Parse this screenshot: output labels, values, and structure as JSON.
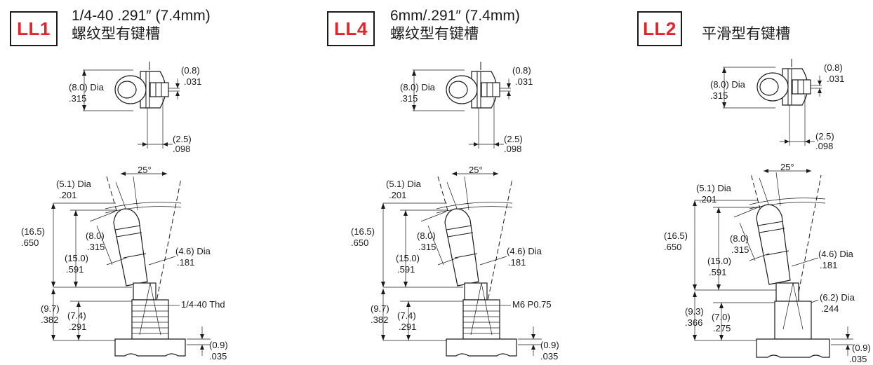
{
  "panels": [
    {
      "id": "LL1",
      "badge": "LL1",
      "title_line1": "1/4-40 .291″ (7.4mm)",
      "title_line2": "螺纹型有键槽",
      "dims": {
        "dia_mm": "(8.0) Dia",
        "dia_in": ".315",
        "gap_mm": "(0.8)",
        "gap_in": ".031",
        "key_mm": "(2.5)",
        "key_in": ".098",
        "angle": "25°",
        "tip_dia_mm": "(5.1) Dia",
        "tip_dia_in": ".201",
        "h_total_mm": "(16.5)",
        "h_total_in": ".650",
        "h_lever_mm": "(15.0)",
        "h_lever_in": ".591",
        "len_mm": "(8.0)",
        "len_in": ".315",
        "shaft_dia_mm": "(4.6) Dia",
        "shaft_dia_in": ".181",
        "bushing_label": "1/4-40 Thd",
        "bush_h_mm": "(9.7)",
        "bush_h_in": ".382",
        "thread_h_mm": "(7.4)",
        "thread_h_in": ".291",
        "base_mm": "(0.9)",
        "base_in": ".035"
      }
    },
    {
      "id": "LL4",
      "badge": "LL4",
      "title_line1": "6mm/.291″ (7.4mm)",
      "title_line2": "螺纹型有键槽",
      "dims": {
        "dia_mm": "(8.0) Dia",
        "dia_in": ".315",
        "gap_mm": "(0.8)",
        "gap_in": ".031",
        "key_mm": "(2.5)",
        "key_in": ".098",
        "angle": "25°",
        "tip_dia_mm": "(5.1) Dia",
        "tip_dia_in": ".201",
        "h_total_mm": "(16.5)",
        "h_total_in": ".650",
        "h_lever_mm": "(15.0)",
        "h_lever_in": ".591",
        "len_mm": "(8.0)",
        "len_in": ".315",
        "shaft_dia_mm": "(4.6) Dia",
        "shaft_dia_in": ".181",
        "bushing_label": "M6 P0.75",
        "bush_h_mm": "(9.7)",
        "bush_h_in": ".382",
        "thread_h_mm": "(7.4)",
        "thread_h_in": ".291",
        "base_mm": "(0.9)",
        "base_in": ".035"
      }
    },
    {
      "id": "LL2",
      "badge": "LL2",
      "title_line1": "",
      "title_line2": "平滑型有键槽",
      "dims": {
        "dia_mm": "(8.0) Dia",
        "dia_in": ".315",
        "gap_mm": "(0.8)",
        "gap_in": ".031",
        "key_mm": "(2.5)",
        "key_in": ".098",
        "angle": "25°",
        "tip_dia_mm": "(5.1) Dia",
        "tip_dia_in": ".201",
        "h_total_mm": "(16.5)",
        "h_total_in": ".650",
        "h_lever_mm": "(15.0)",
        "h_lever_in": ".591",
        "len_mm": "(8.0)",
        "len_in": ".315",
        "shaft_dia_mm": "(4.6) Dia",
        "shaft_dia_in": ".181",
        "bushing_label": "(6.2) Dia",
        "bushing_label2": ".244",
        "bush_h_mm": "(9.3)",
        "bush_h_in": ".366",
        "thread_h_mm": "(7.0)",
        "thread_h_in": ".275",
        "base_mm": "(0.9)",
        "base_in": ".035"
      }
    }
  ],
  "colors": {
    "badge_text": "#e3242b",
    "line": "#1a1a1a",
    "background": "#ffffff"
  }
}
